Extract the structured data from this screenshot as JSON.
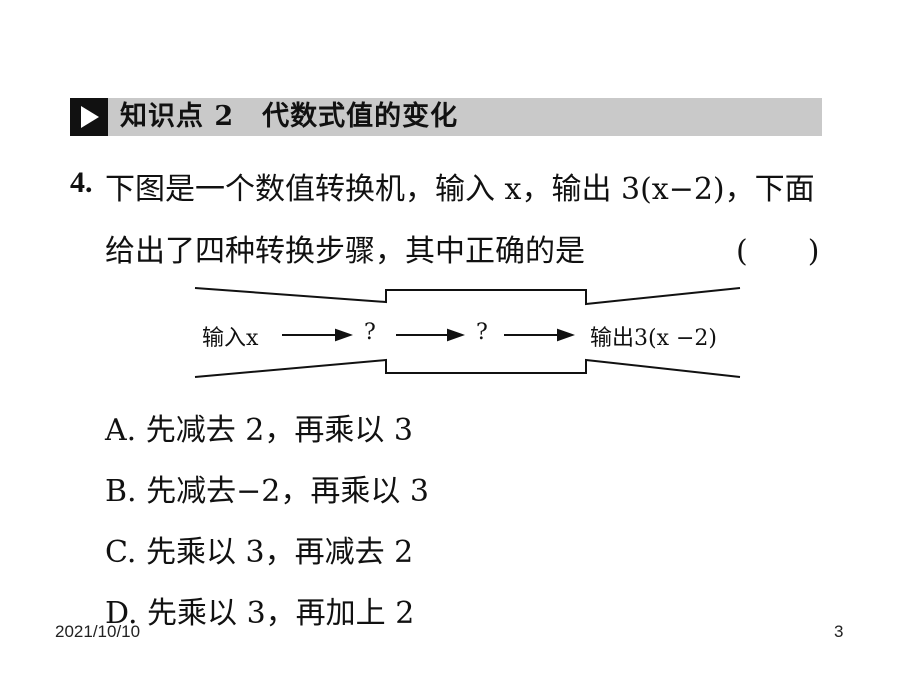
{
  "section": {
    "icon": "play-triangle-icon",
    "title": "知识点 2　代数式值的变化"
  },
  "question": {
    "number": "4.",
    "line1": "下图是一个数值转换机，输入 x，输出 3(x−2)，下面",
    "line2": "给出了四种转换步骤，其中正确的是",
    "answer_blank": "(　　)"
  },
  "diagram": {
    "input_label": "输入x",
    "step1": "?",
    "step2": "?",
    "output_label": "输出3(x −2)"
  },
  "options": [
    {
      "label": "A. 先减去 2，再乘以 3"
    },
    {
      "label": "B. 先减去−2，再乘以 3"
    },
    {
      "label": "C. 先乘以 3，再减去 2"
    },
    {
      "label": "D. 先乘以 3，再加上 2"
    }
  ],
  "footer": {
    "date": "2021/10/10",
    "page": "3"
  }
}
